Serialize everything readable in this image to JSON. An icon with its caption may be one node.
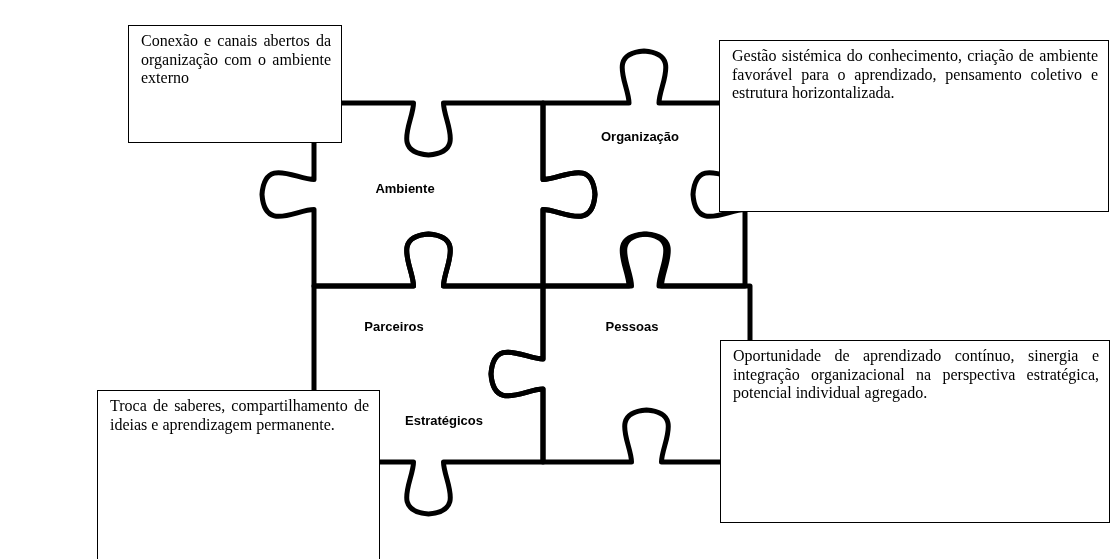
{
  "diagram": {
    "nodes": [
      {
        "text": [
          "Conexão e canais abertos da organização com o ambiente externo"
        ]
      },
      {
        "text": [
          "Ambiente"
        ]
      },
      {
        "text": [
          "Organização"
        ]
      },
      {
        "text": [
          "Gestão sistémica do conhecimento, criação de ambiente favorável para o aprendizado, pensamento coletivo e estrutura horizontalizada."
        ]
      },
      {
        "text": [
          "Parceiros",
          "Estratégicos"
        ]
      },
      {
        "text": [
          "Pessoas"
        ]
      },
      {
        "text": [
          "Oportunidade de aprendizado contínuo, sinergia e integração organizacional na perspectiva estratégica, potencial individual agregado."
        ]
      },
      {
        "text": [
          "Troca de saberes, compartilhamento de ideias e aprendizagem permanente."
        ]
      }
    ]
  }
}
